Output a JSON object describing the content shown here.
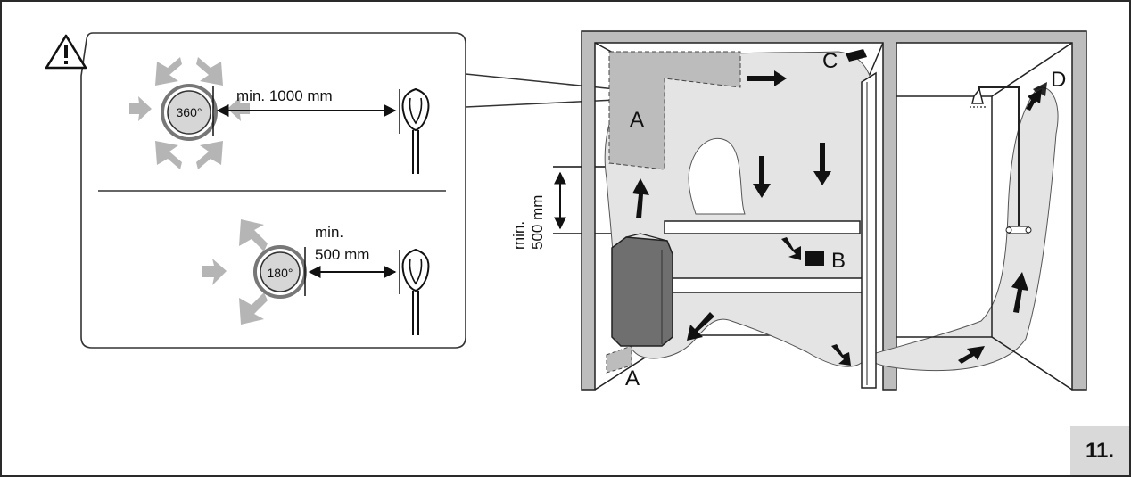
{
  "labels": {
    "a_upper": "A",
    "a_lower": "A",
    "b": "B",
    "c": "C",
    "d": "D",
    "min_upper": "min. 1000 mm",
    "min_lower_1": "min.",
    "min_lower_2": "500 mm",
    "angle_360": "360°",
    "angle_180": "180°",
    "vertical_1": "min.",
    "vertical_2": "500 mm"
  },
  "figure_number": "11.",
  "icons": [
    "warning-icon",
    "fan-360-icon",
    "fan-180-icon",
    "sensor-icon",
    "shower-head-icon",
    "shower-valve-icon",
    "air-vent-icon"
  ],
  "colors": {
    "outline": "#222222",
    "wall": "#bdbdbd",
    "air_zone": "#e4e4e4",
    "shaded_zone": "#bcbcbc",
    "heater": "#6f6f6f",
    "fan_arrow": "#b5b5b5",
    "badge": "#d9d9d9"
  }
}
